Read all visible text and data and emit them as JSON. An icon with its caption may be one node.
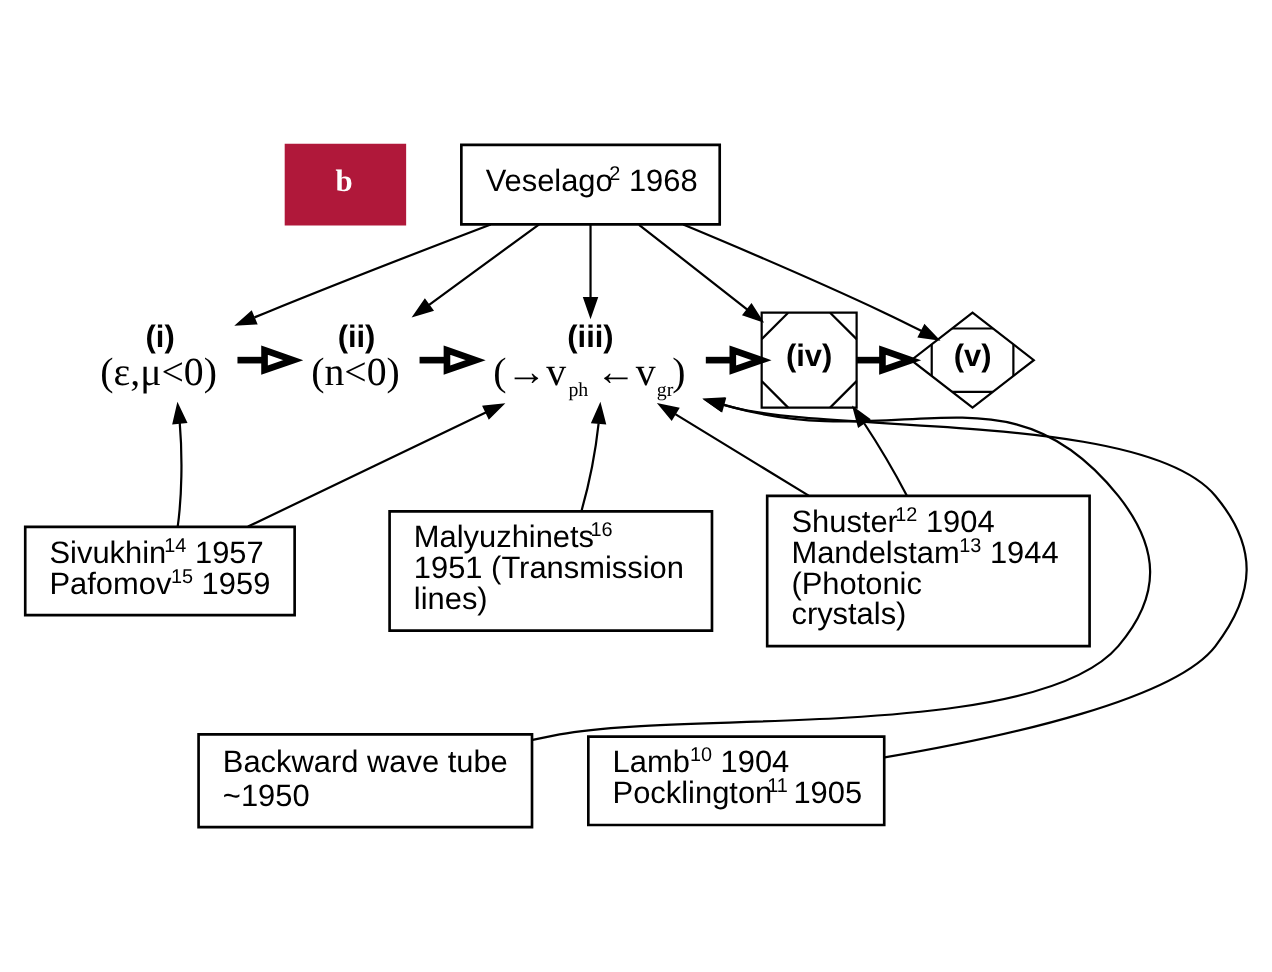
{
  "diagram": {
    "nodes": [
      {
        "text": [
          "Veselago$^{2}$ 1968"
        ]
      },
      {
        "text": [
          "(i)",
          "(ε,μ<0)"
        ]
      },
      {
        "text": [
          "(ii)",
          "(n<0)"
        ]
      },
      {
        "text": [
          "(iii)",
          "(→v$_{ph}$ ←v$_{gr}$)"
        ]
      },
      {
        "text": [
          "(iv)"
        ]
      },
      {
        "text": [
          "(v)"
        ]
      },
      {
        "text": [
          "Sivukhin$^{14}$ 1957 Pafomov$^{15}$ 1959"
        ]
      },
      {
        "text": [
          "Malyuzhinets$^{16}$ 1951 (Transmission lines)"
        ]
      },
      {
        "text": [
          "Shuster$^{12}$ 1904 Mandelstam$^{13}$ 1944 (Photonic crystals)"
        ]
      },
      {
        "text": [
          "Backward wave tube ~1950"
        ]
      },
      {
        "text": [
          "Lamb$^{10}$ 1904 Pocklington$^{11}$ 1905"
        ]
      }
    ],
    "edges": [
      {
        "from": 0,
        "to": 1,
        "arrow": "to"
      },
      {
        "from": 0,
        "to": 2,
        "arrow": "to"
      },
      {
        "from": 0,
        "to": 3,
        "arrow": "to"
      },
      {
        "from": 0,
        "to": 4,
        "arrow": "to"
      },
      {
        "from": 0,
        "to": 5,
        "arrow": "to"
      },
      {
        "from": 1,
        "to": 2,
        "arrow": "to",
        "style": "thick"
      },
      {
        "from": 2,
        "to": 3,
        "arrow": "to",
        "style": "thick"
      },
      {
        "from": 3,
        "to": 4,
        "arrow": "to",
        "style": "thick"
      },
      {
        "from": 4,
        "to": 5,
        "arrow": "to",
        "style": "thick"
      },
      {
        "from": 6,
        "to": 1,
        "arrow": "to"
      },
      {
        "from": 6,
        "to": 3,
        "arrow": "to"
      },
      {
        "from": 7,
        "to": 3,
        "arrow": "to"
      },
      {
        "from": 9,
        "to": 3,
        "arrow": "to"
      },
      {
        "from": 10,
        "to": 3,
        "arrow": "to"
      },
      {
        "from": 8,
        "to": 3,
        "arrow": "to"
      },
      {
        "from": 8,
        "to": 4,
        "arrow": "to"
      }
    ],
    "labels": [
      "b"
    ]
  }
}
